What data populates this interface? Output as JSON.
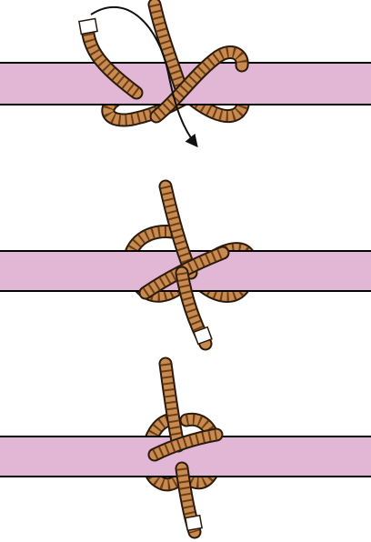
{
  "diagram": {
    "steps": [
      {
        "step": 1,
        "stage": "throw-over",
        "has_motion_arrow": true
      },
      {
        "step": 2,
        "stage": "crossed-loops",
        "has_motion_arrow": false
      },
      {
        "step": 3,
        "stage": "tightened-hitch",
        "has_motion_arrow": false
      }
    ]
  },
  "colors": {
    "rope_fill": "#c98a4f",
    "rope_outline": "#2a1a0c",
    "rope_strand": "#6b3e17",
    "rod_fill": "#e2b7d5",
    "rod_outline": "#000000",
    "whipping": "#ffffff",
    "arrow": "#111111"
  },
  "icons": {
    "rope": "rope-strand",
    "rod": "horizontal-rod",
    "arrow": "curved-motion-arrow"
  }
}
